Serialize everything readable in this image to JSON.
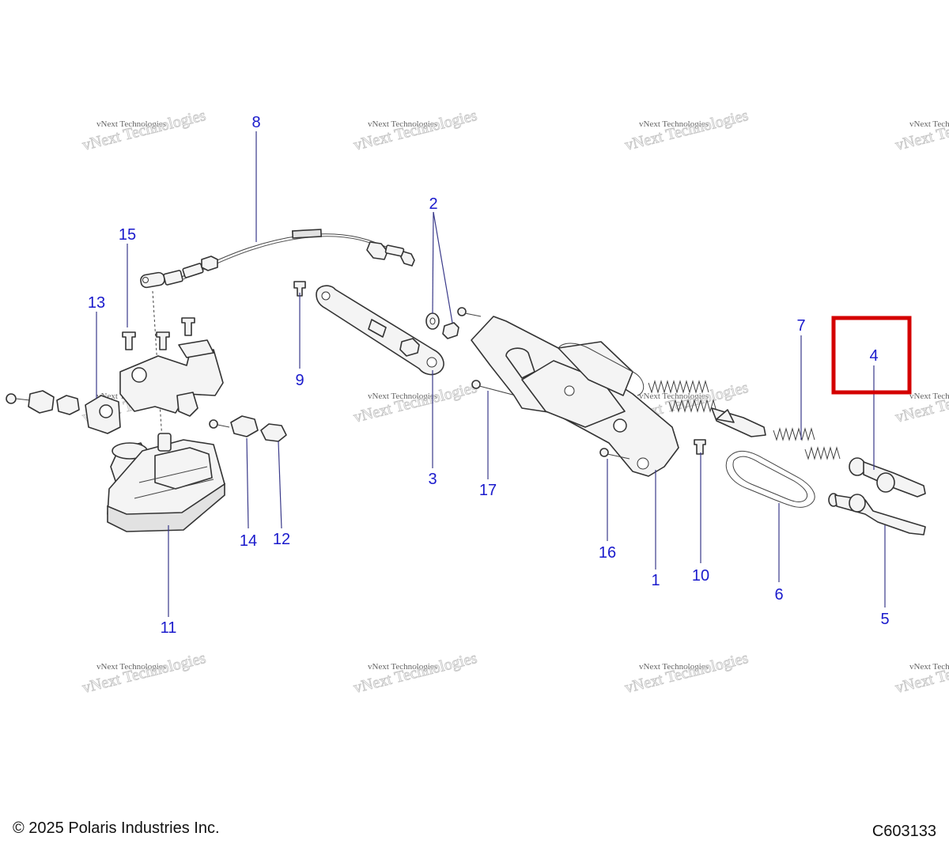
{
  "callouts": [
    {
      "id": "1",
      "label": "1"
    },
    {
      "id": "2",
      "label": "2"
    },
    {
      "id": "3",
      "label": "3"
    },
    {
      "id": "4",
      "label": "4"
    },
    {
      "id": "5",
      "label": "5"
    },
    {
      "id": "6",
      "label": "6"
    },
    {
      "id": "7",
      "label": "7"
    },
    {
      "id": "8",
      "label": "8"
    },
    {
      "id": "9",
      "label": "9"
    },
    {
      "id": "10",
      "label": "10"
    },
    {
      "id": "11",
      "label": "11"
    },
    {
      "id": "12",
      "label": "12"
    },
    {
      "id": "13",
      "label": "13"
    },
    {
      "id": "14",
      "label": "14"
    },
    {
      "id": "15",
      "label": "15"
    },
    {
      "id": "16",
      "label": "16"
    },
    {
      "id": "17",
      "label": "17"
    }
  ],
  "highlighted_callout": "4",
  "highlight_color": "#d40000",
  "callout_color": "#1a1acc",
  "watermark": {
    "line1": "vNext Technologies",
    "line2": "vNext Technologies"
  },
  "footer": {
    "copyright": "© 2025 Polaris Industries Inc.",
    "diagram_code": "C603133"
  }
}
